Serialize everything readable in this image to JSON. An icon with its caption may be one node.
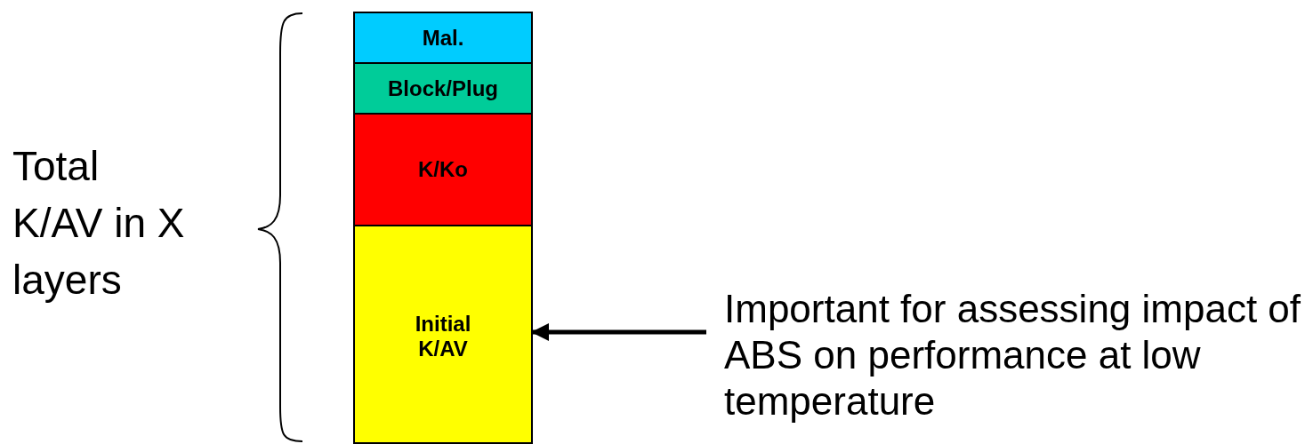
{
  "diagram": {
    "nodes": [
      {
        "text": [
          "Mal."
        ]
      },
      {
        "text": [
          "Block/Plug"
        ]
      },
      {
        "text": [
          "K/Ko"
        ]
      },
      {
        "text": [
          "Initial K/AV"
        ]
      },
      {
        "text": [
          "Important for assessing impact of ABS on performance at low temperature"
        ]
      }
    ],
    "edges": [
      {
        "from": 4,
        "to": 3,
        "arrow": "to"
      }
    ],
    "labels": [
      "Total K/AV in X layers"
    ]
  }
}
